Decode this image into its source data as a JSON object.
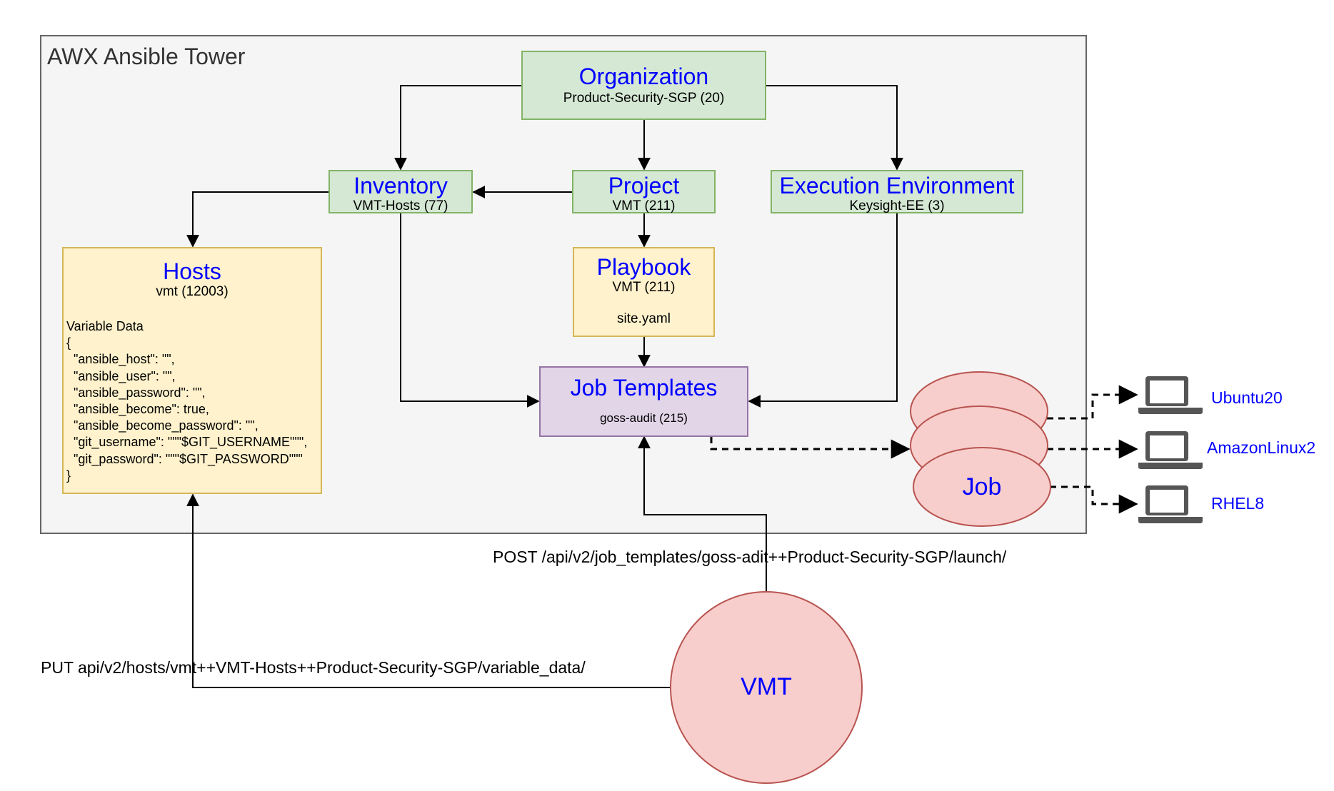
{
  "container": {
    "title": "AWX Ansible Tower"
  },
  "organization": {
    "title": "Organization",
    "subtitle": "Product-Security-SGP (20)"
  },
  "inventory": {
    "title": "Inventory",
    "subtitle": "VMT-Hosts (77)"
  },
  "project": {
    "title": "Project",
    "subtitle": "VMT (211)"
  },
  "execution_environment": {
    "title": "Execution Environment",
    "subtitle": "Keysight-EE (3)"
  },
  "hosts": {
    "title": "Hosts",
    "subtitle": "vmt (12003)",
    "variable_data": "Variable Data\n{\n  \"ansible_host\": \"\",\n  \"ansible_user\": \"\",\n  \"ansible_password\": \"\",\n  \"ansible_become\": true,\n  \"ansible_become_password\": \"\",\n  \"git_username\": \"\"\"$GIT_USERNAME\"\"\",\n  \"git_password\": \"\"\"$GIT_PASSWORD\"\"\"\n}"
  },
  "playbook": {
    "title": "Playbook",
    "subtitle": "VMT (211)",
    "file": "site.yaml"
  },
  "job_templates": {
    "title": "Job Templates",
    "subtitle": "goss-audit (215)"
  },
  "job": {
    "label": "Job"
  },
  "vmt": {
    "label": "VMT"
  },
  "targets": [
    {
      "label": "Ubuntu20",
      "icon": "laptop-icon"
    },
    {
      "label": "AmazonLinux2",
      "icon": "laptop-icon"
    },
    {
      "label": "RHEL8",
      "icon": "laptop-icon"
    }
  ],
  "api_calls": {
    "post_launch": "POST /api/v2/job_templates/goss-adit++Product-Security-SGP/launch/",
    "put_variables": "PUT api/v2/hosts/vmt++VMT-Hosts++Product-Security-SGP/variable_data/"
  },
  "colors": {
    "accent_text": "#0000ff",
    "green_fill": "#d5e8d4",
    "yellow_fill": "#fff2cc",
    "purple_fill": "#e1d5e7",
    "red_fill": "#f8cecc"
  }
}
